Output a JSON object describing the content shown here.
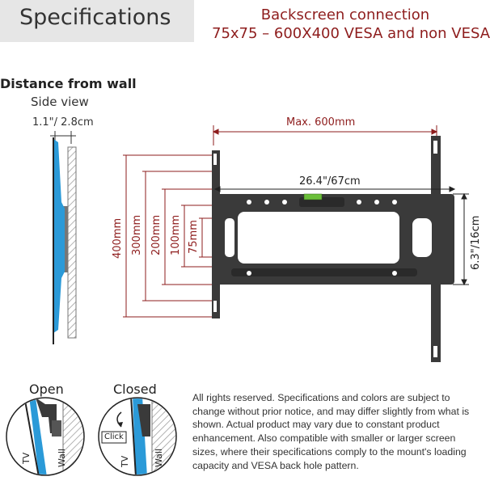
{
  "header": {
    "title": "Specifications",
    "connection_line1": "Backscreen connection",
    "connection_line2": "75x75 – 600X400 VESA and non VESA"
  },
  "side_view": {
    "title": "Distance from wall",
    "subtitle": "Side view",
    "thickness": "1.1\"/ 2.8cm"
  },
  "dimensions": {
    "max_width": "Max. 600mm",
    "mount_width": "26.4\"/67cm",
    "mount_height": "6.3\"/16cm",
    "vesa_400": "400mm",
    "vesa_300": "300mm",
    "vesa_200": "200mm",
    "vesa_100": "100mm",
    "vesa_75": "75mm"
  },
  "lock": {
    "open_label": "Open",
    "closed_label": "Closed",
    "click_label": "Click",
    "tv_label": "TV",
    "wall_label": "Wall"
  },
  "colors": {
    "accent_red": "#8e1d1d",
    "tv_blue": "#2b9ad8",
    "bracket_dark": "#3a3a3a",
    "level_green": "#6bbf3a"
  },
  "disclaimer": "All rights reserved. Specifications and colors are subject to change without prior notice, and may differ slightly from what is shown. Actual product may vary due to constant product enhancement. Also compatible with smaller or larger screen sizes, where their specifications comply to the mount's loading capacity and VESA back hole pattern."
}
